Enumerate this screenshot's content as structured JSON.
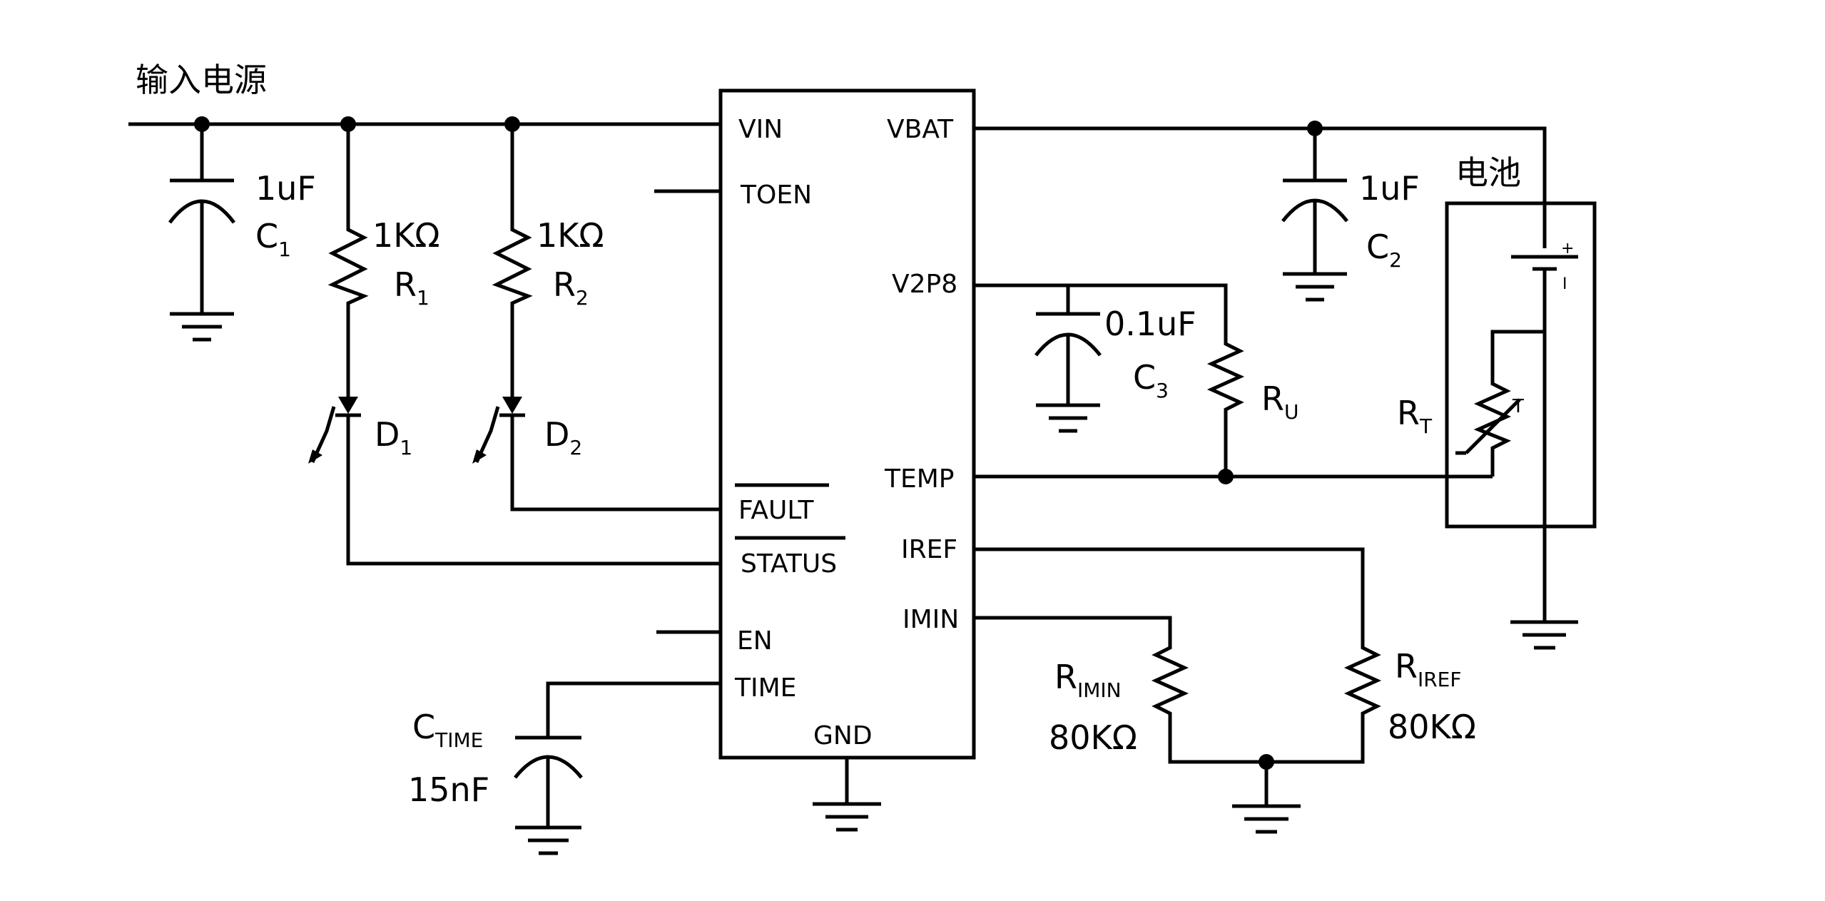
{
  "input_label": "输入电源",
  "battery_label": "电池",
  "ic": {
    "pins_left": {
      "vin": "VIN",
      "toen": "TOEN",
      "fault": "FAULT",
      "status": "STATUS",
      "en": "EN",
      "time": "TIME"
    },
    "pins_right": {
      "vbat": "VBAT",
      "v2p8": "V2P8",
      "temp": "TEMP",
      "iref": "IREF",
      "imin": "IMIN"
    },
    "pin_bottom": {
      "gnd": "GND"
    }
  },
  "components": {
    "c1": {
      "value": "1uF",
      "ref": "C",
      "sub": "1"
    },
    "r1": {
      "value": "1KΩ",
      "ref": "R",
      "sub": "1"
    },
    "r2": {
      "value": "1KΩ",
      "ref": "R",
      "sub": "2"
    },
    "d1": {
      "ref": "D",
      "sub": "1"
    },
    "d2": {
      "ref": "D",
      "sub": "2"
    },
    "c2": {
      "value": "1uF",
      "ref": "C",
      "sub": "2"
    },
    "c3": {
      "value": "0.1uF",
      "ref": "C",
      "sub": "3"
    },
    "ru": {
      "ref": "R",
      "sub": "U"
    },
    "rt": {
      "ref": "R",
      "sub": "T",
      "mark": "T"
    },
    "ctime": {
      "value": "15nF",
      "ref": "C",
      "sub": "TIME"
    },
    "rimin": {
      "value": "80KΩ",
      "ref": "R",
      "sub": "IMIN"
    },
    "riref": {
      "value": "80KΩ",
      "ref": "R",
      "sub": "IREF"
    }
  },
  "battery_polarity": {
    "plus": "+",
    "minus": "I"
  }
}
